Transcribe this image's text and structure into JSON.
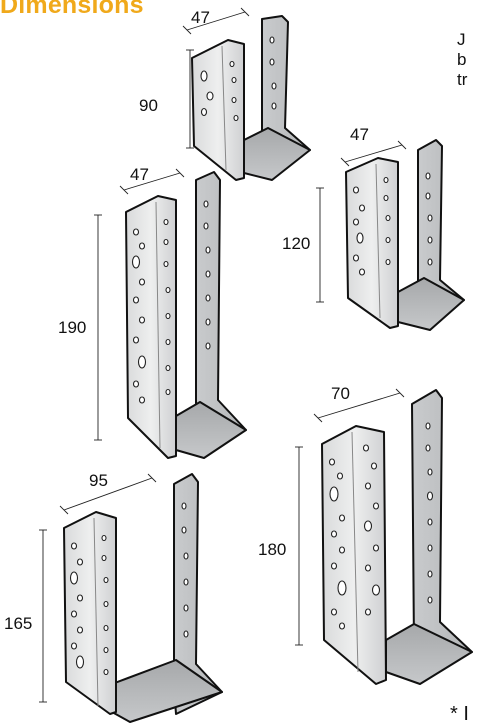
{
  "page": {
    "heading": "Dimensions",
    "side_text_lines": [
      "J",
      "b",
      "tr"
    ],
    "footnote": "* I"
  },
  "hangers": [
    {
      "id": "hanger-90",
      "height_label": "90",
      "width_label": "47"
    },
    {
      "id": "hanger-120",
      "height_label": "120",
      "width_label": "47"
    },
    {
      "id": "hanger-190",
      "height_label": "190",
      "width_label": "47"
    },
    {
      "id": "hanger-165",
      "height_label": "165",
      "width_label": "95"
    },
    {
      "id": "hanger-180",
      "height_label": "180",
      "width_label": "70"
    }
  ],
  "colors": {
    "heading": "#f0a91b",
    "metal_light": "#e4e5e6",
    "metal_mid": "#c3c5c7",
    "metal_dark": "#a7a9ab"
  }
}
